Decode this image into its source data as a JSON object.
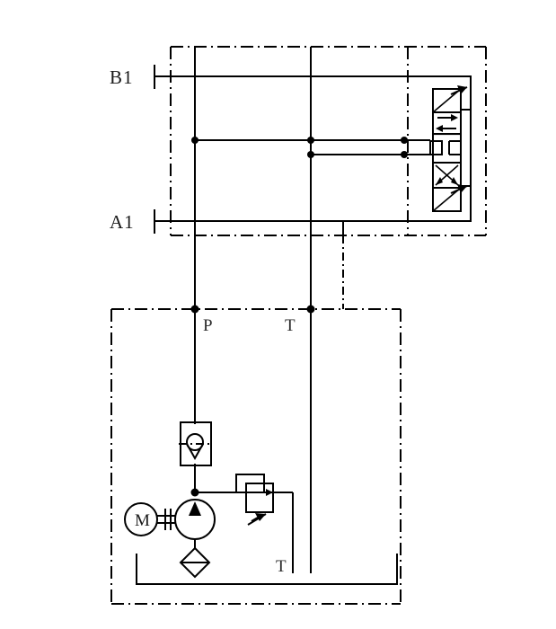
{
  "diagram": {
    "title": "Hydraulic circuit schematic",
    "kind": "hydraulic-schematic",
    "stroke_color": "#000000",
    "background_color": "#ffffff"
  },
  "labels": {
    "port_b1": "B1",
    "port_a1": "A1",
    "port_p": "P",
    "port_t_upper": "T",
    "port_t_lower": "T",
    "motor": "M"
  },
  "components": {
    "directional_valve": {
      "name": "4/3 directional control valve",
      "positions": 3,
      "notes": "spring-centred, two solenoid/lever end positions, crossed-arrow lower box, parallel-arrow upper box"
    },
    "check_valve": {
      "name": "check valve",
      "notes": "cone seated in enclosure with dash-dot pilot line"
    },
    "relief_valve": {
      "name": "pressure relief valve",
      "notes": "spring loaded, drains to tank"
    },
    "pump": {
      "name": "fixed displacement hydraulic pump",
      "notes": "circle with solid delivery triangle"
    },
    "motor": {
      "name": "electric motor",
      "notes": "circle labelled M coupled to pump shaft"
    },
    "filter": {
      "name": "suction filter / strainer",
      "notes": "diamond outline on pump inlet"
    },
    "reservoir": {
      "name": "oil reservoir / tank",
      "notes": "open-top rectangle at bottom of power unit"
    }
  },
  "enclosures": {
    "valve_block": "dash-dot boundary around directional valve sub-plate",
    "power_unit": "dash-dot boundary around pump, motor, filter, relief valve and tank"
  }
}
